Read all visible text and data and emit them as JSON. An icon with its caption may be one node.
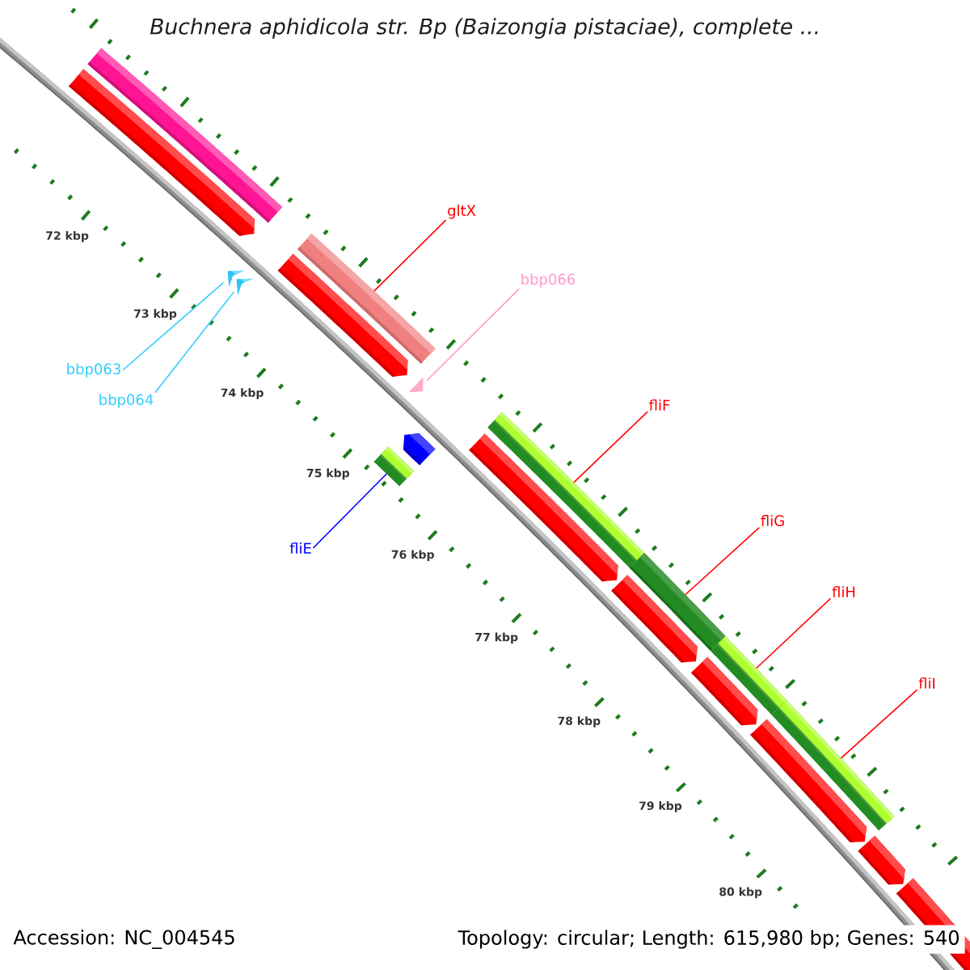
{
  "diagram": {
    "title": "Buchnera aphidicola str. Bp (Baizongia pistaciae), complete ...",
    "nodes": [
      {
        "text": [
          "gltX"
        ]
      },
      {
        "text": [],
        "shape": "bar"
      },
      {
        "text": [
          "bbp066"
        ]
      },
      {
        "text": [],
        "shape": "triangle"
      },
      {
        "text": [
          "bbp063"
        ]
      },
      {
        "text": [],
        "shape": "triangle"
      },
      {
        "text": [
          "bbp064"
        ]
      },
      {
        "text": [],
        "shape": "triangle"
      },
      {
        "text": [
          "fliF"
        ]
      },
      {
        "text": [],
        "shape": "bar"
      },
      {
        "text": [
          "fliE"
        ]
      },
      {
        "text": [],
        "shape": "bar"
      },
      {
        "text": [
          "fliG"
        ]
      },
      {
        "text": [],
        "shape": "bar"
      },
      {
        "text": [
          "fliH"
        ]
      },
      {
        "text": [],
        "shape": "bar"
      },
      {
        "text": [
          "fliI"
        ]
      },
      {
        "text": [],
        "shape": "bar"
      }
    ],
    "edges": [
      {
        "from": 0,
        "to": 1,
        "arrow": "none"
      },
      {
        "from": 2,
        "to": 3,
        "arrow": "none",
        "color": "#ff99cc"
      },
      {
        "from": 4,
        "to": 5,
        "arrow": "none",
        "color": "#33ccff"
      },
      {
        "from": 6,
        "to": 7,
        "arrow": "none",
        "color": "#33ccff"
      },
      {
        "from": 8,
        "to": 9,
        "arrow": "none"
      },
      {
        "from": 10,
        "to": 11,
        "arrow": "none",
        "color": "#0000ff"
      },
      {
        "from": 12,
        "to": 13,
        "arrow": "none"
      },
      {
        "from": 14,
        "to": 15,
        "arrow": "none"
      },
      {
        "from": 16,
        "to": 17,
        "arrow": "none"
      }
    ],
    "labels": [
      "72 kbp",
      "73 kbp",
      "74 kbp",
      "75 kbp",
      "76 kbp",
      "77 kbp",
      "78 kbp",
      "79 kbp",
      "80 kbp",
      "Accession: NC_004545",
      "Topology: circular; Length: 615,980 bp; Genes: 540"
    ]
  }
}
